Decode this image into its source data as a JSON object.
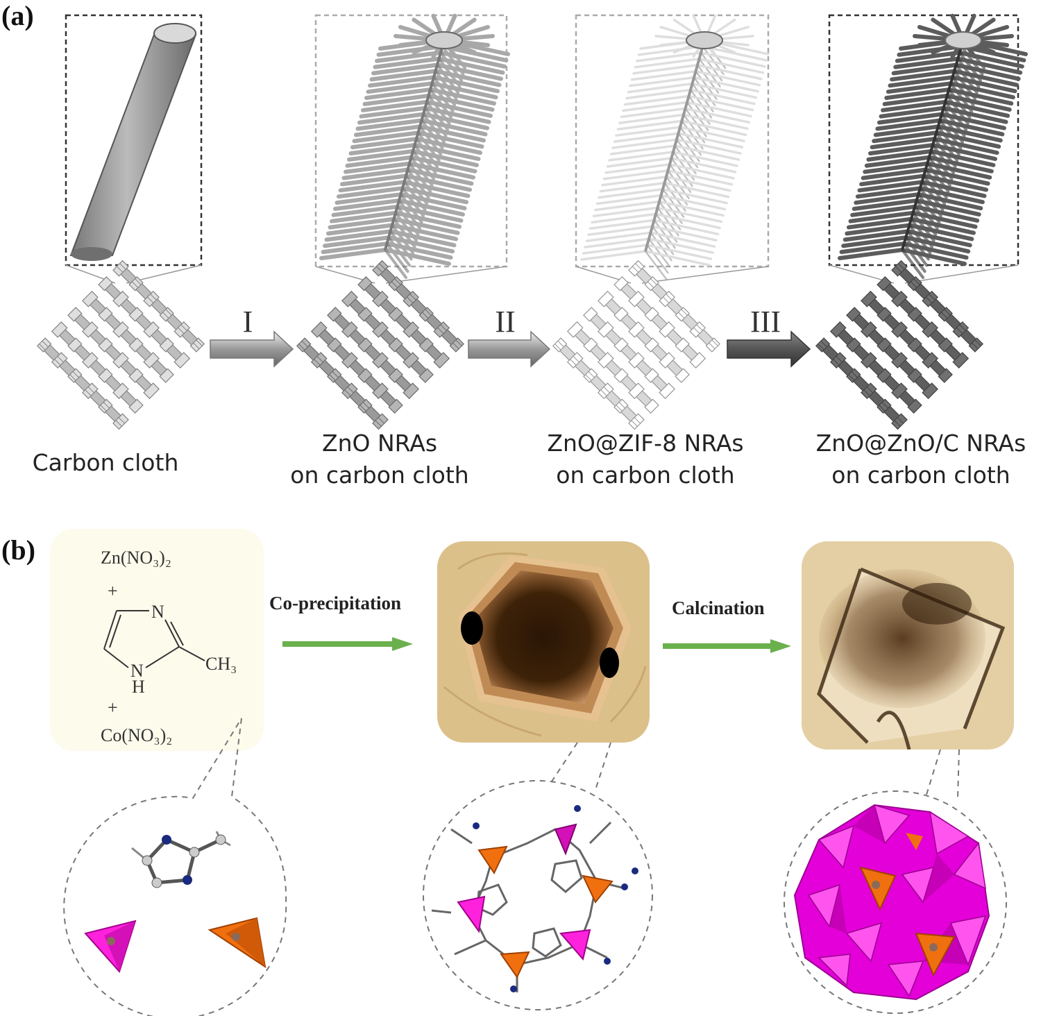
{
  "panel_a": {
    "label": "(a)",
    "stages": [
      {
        "line1": "Carbon cloth",
        "line2": ""
      },
      {
        "line1": "ZnO NRAs",
        "line2": "on carbon cloth"
      },
      {
        "line1": "ZnO@ZIF-8 NRAs",
        "line2": "on carbon cloth"
      },
      {
        "line1": "ZnO@ZnO/C NRAs",
        "line2": "on carbon cloth"
      }
    ],
    "steps": [
      "I",
      "II",
      "III"
    ],
    "colors": {
      "carbon": "#bdbdbd",
      "zno": "#9a9a9a",
      "zif8": "#d8d8d8",
      "znoc": "#5f5f5f"
    }
  },
  "panel_b": {
    "label": "(b)",
    "reagents": {
      "zn": "Zn(NO₃)₂",
      "plus": "+",
      "co": "Co(NO₃)₂",
      "n_top": "N",
      "n_bottom": "N",
      "h": "H",
      "methyl": "CH₃"
    },
    "steps": [
      "Co-precipitation",
      "Calcination"
    ],
    "colors": {
      "arrow": "#6ab04c",
      "co_tetra": "#ff22dd",
      "zn_tetra": "#f07010",
      "bg": "#fdfbec",
      "tan": "#dcc08a"
    }
  }
}
